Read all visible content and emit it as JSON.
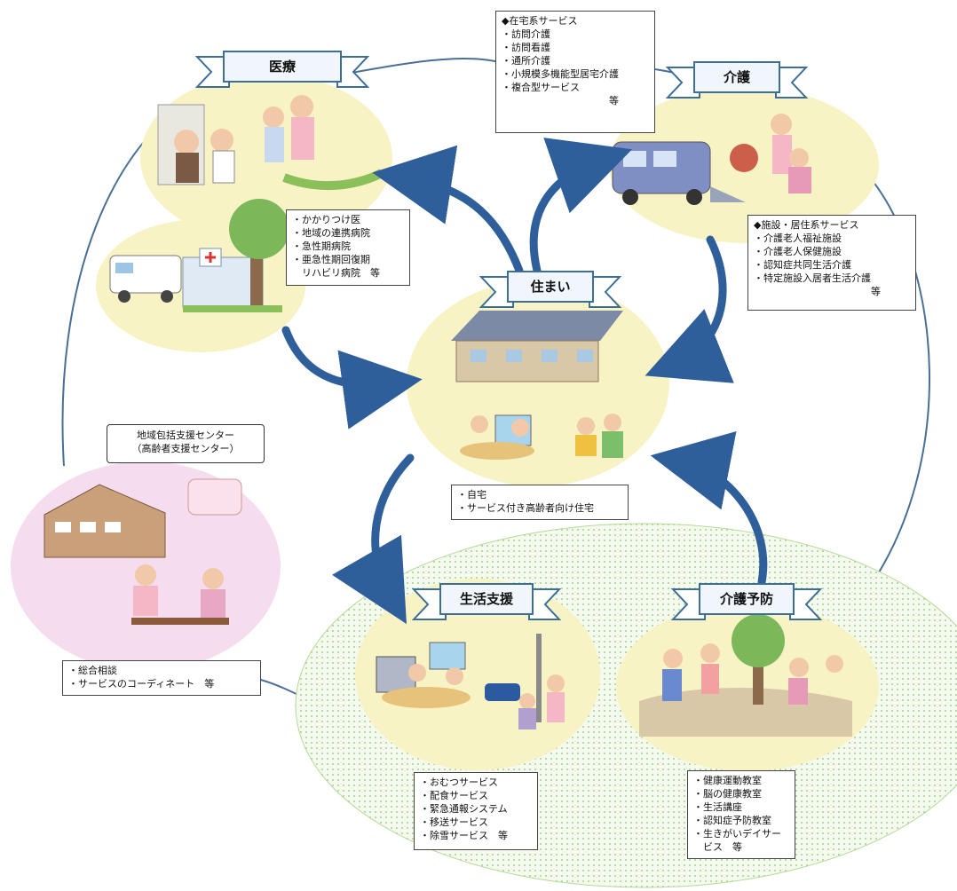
{
  "sections": {
    "medical": {
      "title": "医療",
      "items": [
        "・かかりつけ医",
        "・地域の連携病院",
        "・急性期病院",
        "・亜急性期回復期",
        "　リハビリ病院　等"
      ]
    },
    "care": {
      "title": "介護"
    },
    "housing": {
      "title": "住まい",
      "items": [
        "・自宅",
        "・サービス付き高齢者向け住宅"
      ]
    },
    "life_support": {
      "title": "生活支援",
      "items": [
        "・おむつサービス",
        "・配食サービス",
        "・緊急通報システム",
        "・移送サービス",
        "・除雪サービス　等"
      ]
    },
    "prevention": {
      "title": "介護予防",
      "items": [
        "・健康運動教室",
        "・脳の健康教室",
        "・生活講座",
        "・認知症予防教室",
        "・生きがいデイサー",
        "　ビス　等"
      ]
    },
    "home_services": {
      "items": [
        "◆在宅系サービス",
        "・訪問介護",
        "・訪問看護",
        "・通所介護",
        "・小規模多機能型居宅介護",
        "・複合型サービス",
        "　　　　　　　　　　　等"
      ]
    },
    "facility_services": {
      "items": [
        "◆施設・居住系サービス",
        "・介護老人福祉施設",
        "・介護老人保健施設",
        "・認知症共同生活介護",
        "・特定施設入居者生活介護",
        "　　　　　　　　　　　　等"
      ]
    },
    "center": {
      "title_line1": "地域包括支援センター",
      "title_line2": "（高齢者支援センター）",
      "items": [
        "・総合相談",
        "・サービスのコーディネート　等"
      ]
    }
  },
  "colors": {
    "bubble_yellow": "#f7f3c4",
    "bubble_pink": "#f6dcef",
    "dotted_green": "#bfe0a0",
    "arrow_blue": "#2f5f9a",
    "ribbon_blue": "#5a8fb8"
  }
}
